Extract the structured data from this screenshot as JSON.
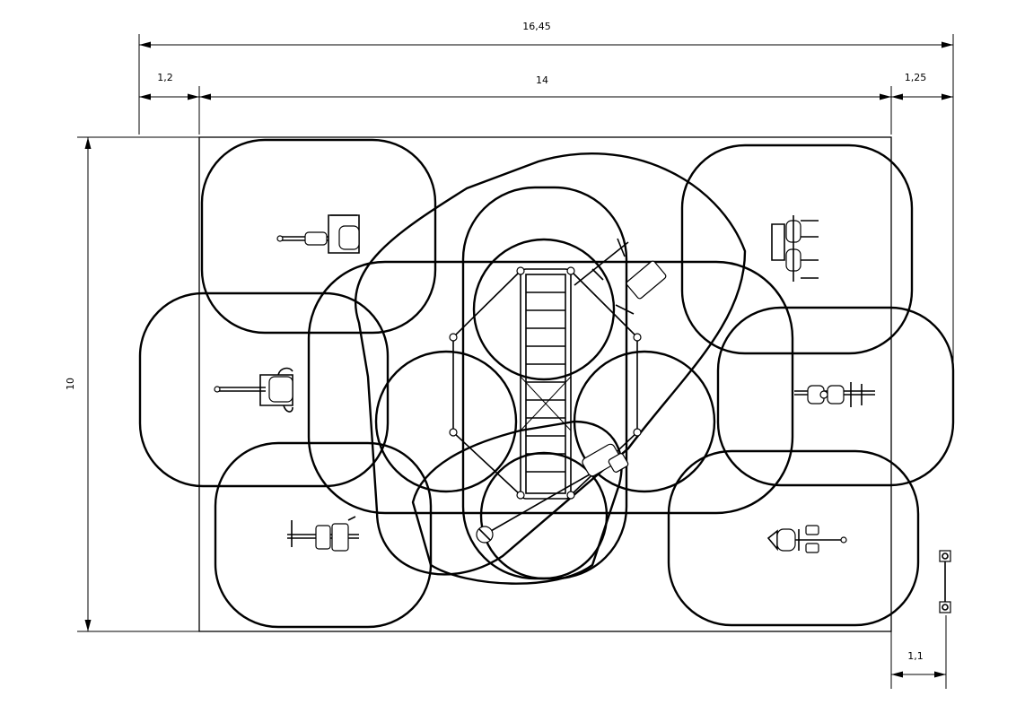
{
  "dimensions": {
    "total_width": "16,45",
    "left_margin": "1,2",
    "inner_width": "14",
    "right_margin": "1,25",
    "height": "10",
    "sign_offset": "1,1"
  },
  "equipment_icons": [
    "leg-press-icon",
    "chest-press-icon",
    "rower-icon",
    "ladder-frame-icon",
    "bench-icon",
    "cross-trainer-icon",
    "bike-icon",
    "air-walker-icon",
    "sign-post-icon"
  ],
  "colors": {
    "line": "#000000",
    "background": "#ffffff"
  }
}
